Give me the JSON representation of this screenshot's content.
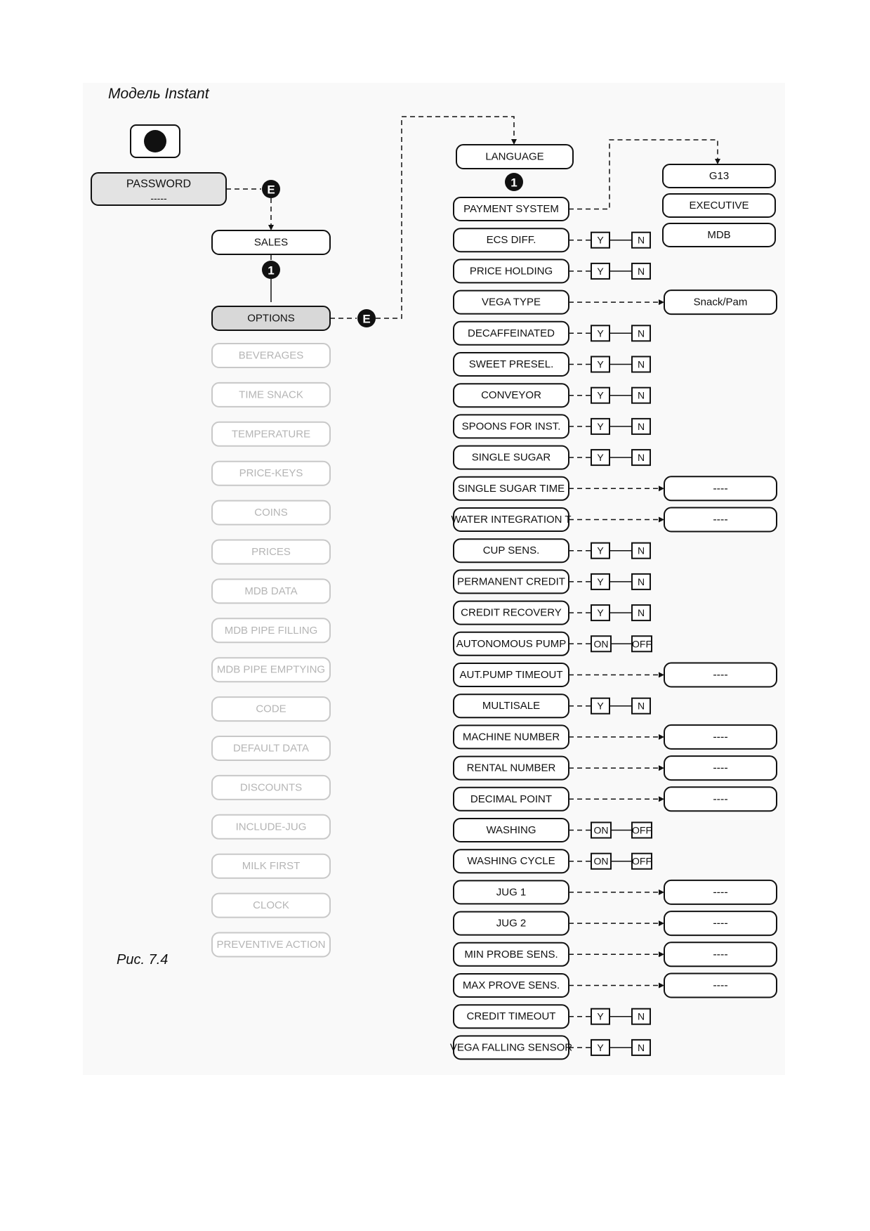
{
  "title": "Модель Instant",
  "caption": "Рис. 7.4",
  "left_column": {
    "password": {
      "label": "PASSWORD",
      "value": "-----"
    },
    "sales": "SALES",
    "options": "OPTIONS",
    "menu_items": [
      "BEVERAGES",
      "TIME SNACK",
      "TEMPERATURE",
      "PRICE-KEYS",
      "COINS",
      "PRICES",
      "MDB DATA",
      "MDB PIPE FILLING",
      "MDB PIPE EMPTYING",
      "CODE",
      "DEFAULT DATA",
      "DISCOUNTS",
      "INCLUDE-JUG",
      "MILK FIRST",
      "CLOCK",
      "PREVENTIVE ACTION"
    ]
  },
  "badges": {
    "enter": "E",
    "one": "1"
  },
  "language": "LANGUAGE",
  "payment_choices": [
    "G13",
    "EXECUTIVE",
    "MDB"
  ],
  "options_list": [
    {
      "label": "PAYMENT SYSTEM",
      "type": "choice"
    },
    {
      "label": "ECS DIFF.",
      "type": "yn"
    },
    {
      "label": "PRICE HOLDING",
      "type": "yn"
    },
    {
      "label": "VEGA TYPE",
      "type": "text",
      "value": "Snack/Pam"
    },
    {
      "label": "DECAFFEINATED",
      "type": "yn"
    },
    {
      "label": "SWEET PRESEL.",
      "type": "yn"
    },
    {
      "label": "CONVEYOR",
      "type": "yn"
    },
    {
      "label": "SPOONS FOR INST.",
      "type": "yn"
    },
    {
      "label": "SINGLE SUGAR",
      "type": "yn"
    },
    {
      "label": "SINGLE SUGAR TIME",
      "type": "value",
      "value": "----"
    },
    {
      "label": "WATER INTEGRATION T",
      "type": "value",
      "value": "----"
    },
    {
      "label": "CUP SENS.",
      "type": "yn"
    },
    {
      "label": "PERMANENT CREDIT",
      "type": "yn"
    },
    {
      "label": "CREDIT RECOVERY",
      "type": "yn"
    },
    {
      "label": "AUTONOMOUS PUMP",
      "type": "onoff"
    },
    {
      "label": "AUT.PUMP TIMEOUT",
      "type": "value",
      "value": "----"
    },
    {
      "label": "MULTISALE",
      "type": "yn"
    },
    {
      "label": "MACHINE NUMBER",
      "type": "value",
      "value": "----"
    },
    {
      "label": "RENTAL NUMBER",
      "type": "value",
      "value": "----"
    },
    {
      "label": "DECIMAL POINT",
      "type": "value",
      "value": "----"
    },
    {
      "label": "WASHING",
      "type": "onoff"
    },
    {
      "label": "WASHING CYCLE",
      "type": "onoff"
    },
    {
      "label": "JUG 1",
      "type": "value",
      "value": "----"
    },
    {
      "label": "JUG 2",
      "type": "value",
      "value": "----"
    },
    {
      "label": "MIN PROBE SENS.",
      "type": "value",
      "value": "----"
    },
    {
      "label": "MAX PROVE SENS.",
      "type": "value",
      "value": "----"
    },
    {
      "label": "CREDIT TIMEOUT",
      "type": "yn"
    },
    {
      "label": "VEGA FALLING SENSOR",
      "type": "yn"
    }
  ],
  "toggle_labels": {
    "yes": "Y",
    "no": "N",
    "on": "ON",
    "off": "OFF"
  }
}
